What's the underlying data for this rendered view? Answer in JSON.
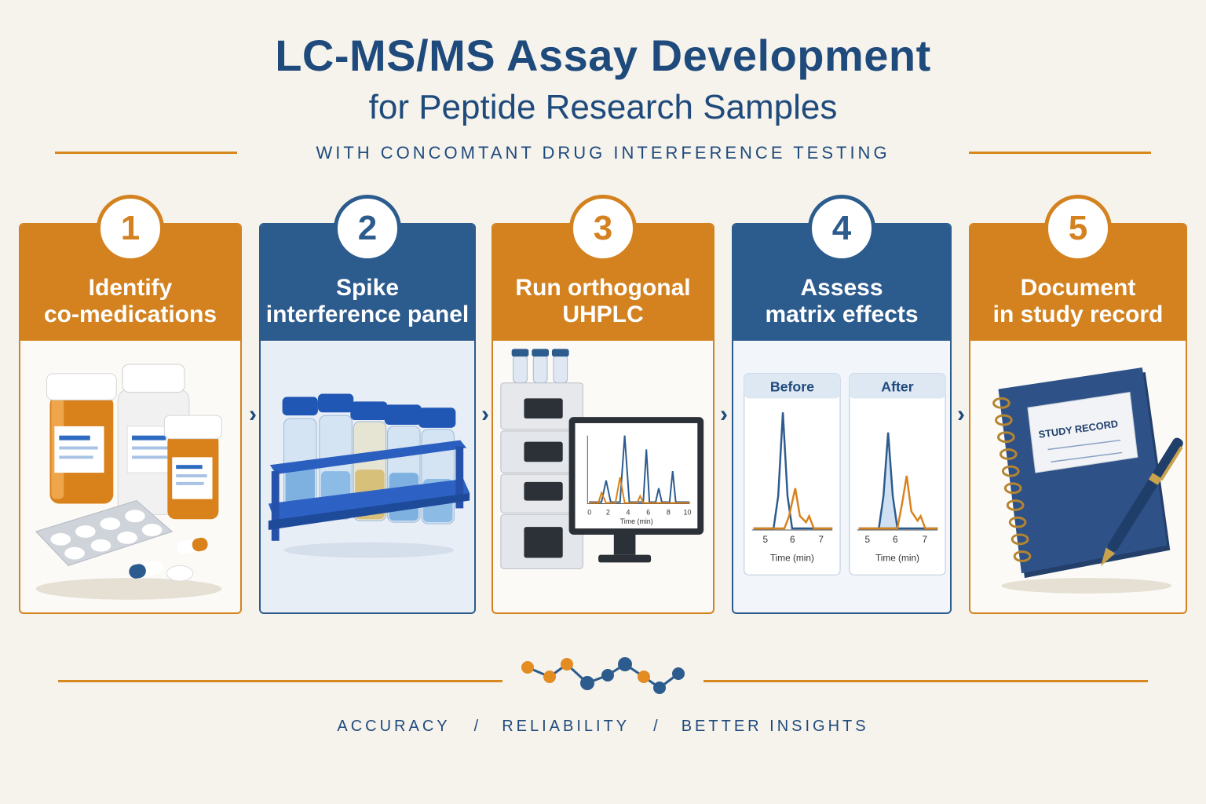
{
  "title": "LC-MS/MS Assay Development",
  "subtitle": "for Peptide Research Samples",
  "tagline": "WITH CONCOMTANT DRUG INTERFERENCE TESTING",
  "colors": {
    "orange": "#d3821f",
    "blue": "#2c5b8d",
    "navy": "#1f4a7c",
    "background": "#f6f3ec"
  },
  "steps": [
    {
      "number": "1",
      "label": "Identify\nco-medications",
      "icon": "pill-bottles-icon"
    },
    {
      "number": "2",
      "label": "Spike\ninterference panel",
      "icon": "vial-rack-icon"
    },
    {
      "number": "3",
      "label": "Run orthogonal\nUHPLC",
      "icon": "uhplc-instrument-icon"
    },
    {
      "number": "4",
      "label": "Assess\nmatrix effects",
      "icon": "chromatogram-compare-icon"
    },
    {
      "number": "5",
      "label": "Document\nin study record",
      "icon": "notebook-icon"
    }
  ],
  "step3_chart": {
    "xlabel": "Time (min)",
    "ticks": [
      "0",
      "2",
      "4",
      "6",
      "8",
      "10"
    ]
  },
  "step4_panels": [
    {
      "title": "Before",
      "xlabel": "Time (min)",
      "ticks": [
        "5",
        "6",
        "7"
      ]
    },
    {
      "title": "After",
      "xlabel": "Time (min)",
      "ticks": [
        "5",
        "6",
        "7"
      ]
    }
  ],
  "notebook_label": "STUDY RECORD",
  "footer": {
    "items": [
      "ACCURACY",
      "RELIABILITY",
      "BETTER INSIGHTS"
    ],
    "separator": "/"
  }
}
